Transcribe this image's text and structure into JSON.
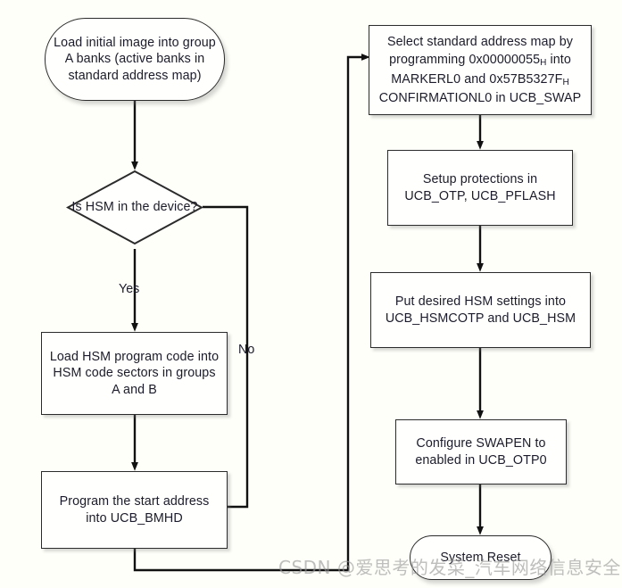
{
  "diagram": {
    "type": "flowchart",
    "title": "Standard address map programming flow",
    "background_color": "#fffffa",
    "node_border_color": "#2b2b2b",
    "text_color": "#1b1b2b",
    "nodes": [
      {
        "id": "load-initial-image",
        "shape": "terminator",
        "label": "Load initial image into group A banks (active banks in standard address map)"
      },
      {
        "id": "is-hsm",
        "shape": "decision",
        "label": "Is HSM in the device?"
      },
      {
        "id": "load-hsm-code",
        "shape": "process",
        "label": "Load HSM program code into HSM code sectors in groups A and B"
      },
      {
        "id": "program-start-address",
        "shape": "process",
        "label": "Program the start address into UCB_BMHD"
      },
      {
        "id": "select-address-map",
        "shape": "process",
        "label_line1": "Select standard address map by",
        "label_line2_a": "programming 0x00000055",
        "label_line2_sub": "H",
        "label_line2_b": " into",
        "label_line3_a": "MARKERL0 and 0x57B5327F",
        "label_line3_sub": "H",
        "label_line4": "CONFIRMATIONL0 in UCB_SWAP"
      },
      {
        "id": "setup-protections",
        "shape": "process",
        "label": "Setup protections in UCB_OTP, UCB_PFLASH"
      },
      {
        "id": "put-hsm-settings",
        "shape": "process",
        "label": "Put desired HSM settings into UCB_HSMCOTP and UCB_HSM"
      },
      {
        "id": "configure-swapen",
        "shape": "process",
        "label": "Configure SWAPEN to enabled in UCB_OTP0"
      },
      {
        "id": "system-reset",
        "shape": "terminator",
        "label": "System Reset"
      }
    ],
    "edge_labels": {
      "yes": "Yes",
      "no": "No"
    }
  },
  "watermark": {
    "text": "CSDN @爱思考的发菜_汽车网络信息安全"
  }
}
